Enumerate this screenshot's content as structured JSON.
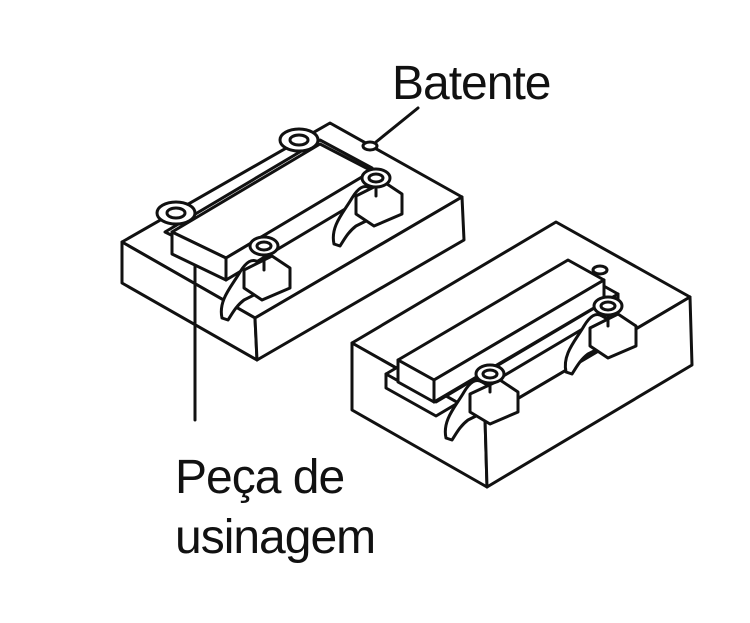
{
  "labels": {
    "stop": "Batente",
    "workpiece_line1": "Peça de",
    "workpiece_line2": "usinagem"
  },
  "colors": {
    "line": "#111111",
    "fill": "#ffffff",
    "background": "#ffffff"
  }
}
